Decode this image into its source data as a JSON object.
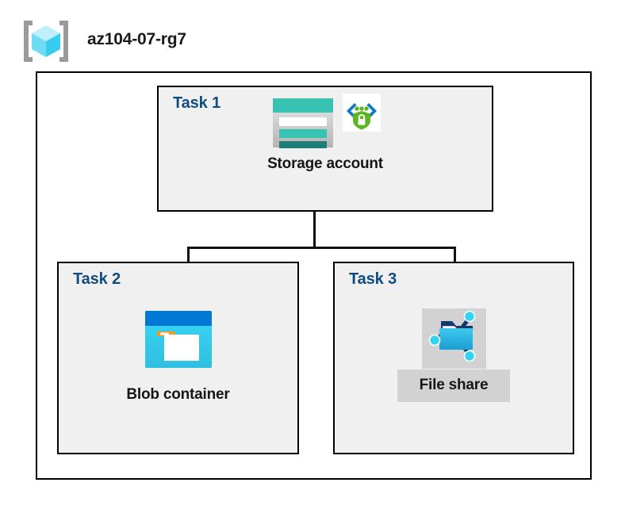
{
  "diagram": {
    "type": "azure-architecture",
    "resource_group": {
      "name": "az104-07-rg7",
      "icon": "azure-resource-group-icon"
    },
    "tasks": [
      {
        "label": "Task 1",
        "node": {
          "caption": "Storage account",
          "icon": "azure-storage-account-icon",
          "badge_icon": "private-endpoint-secure-icon"
        }
      },
      {
        "label": "Task 2",
        "node": {
          "caption": "Blob container",
          "icon": "azure-blob-container-icon"
        }
      },
      {
        "label": "Task 3",
        "node": {
          "caption": "File share",
          "icon": "azure-file-share-icon"
        }
      }
    ],
    "connections": [
      {
        "from": "Storage account",
        "to": "Blob container"
      },
      {
        "from": "Storage account",
        "to": "File share"
      }
    ],
    "colors": {
      "task_label": "#0F4C81",
      "task_fill": "#F0F0F0",
      "group_fill": "#FFFFFF",
      "border": "#000000",
      "connector": "#111111",
      "highlight_plate": "#D2D2D2",
      "storage_teal": "#37C2B1",
      "storage_teal_dark": "#1F7F78",
      "blob_blue": "#0078D4",
      "blob_cyan": "#32D4F5",
      "blob_orange": "#F7971D",
      "shield_green": "#5EB522",
      "chevron_blue": "#0A7BC4",
      "fileshare_node": "#32D4F5",
      "fileshare_navy": "#13396B",
      "rg_cube": "#9FEAFB"
    }
  }
}
